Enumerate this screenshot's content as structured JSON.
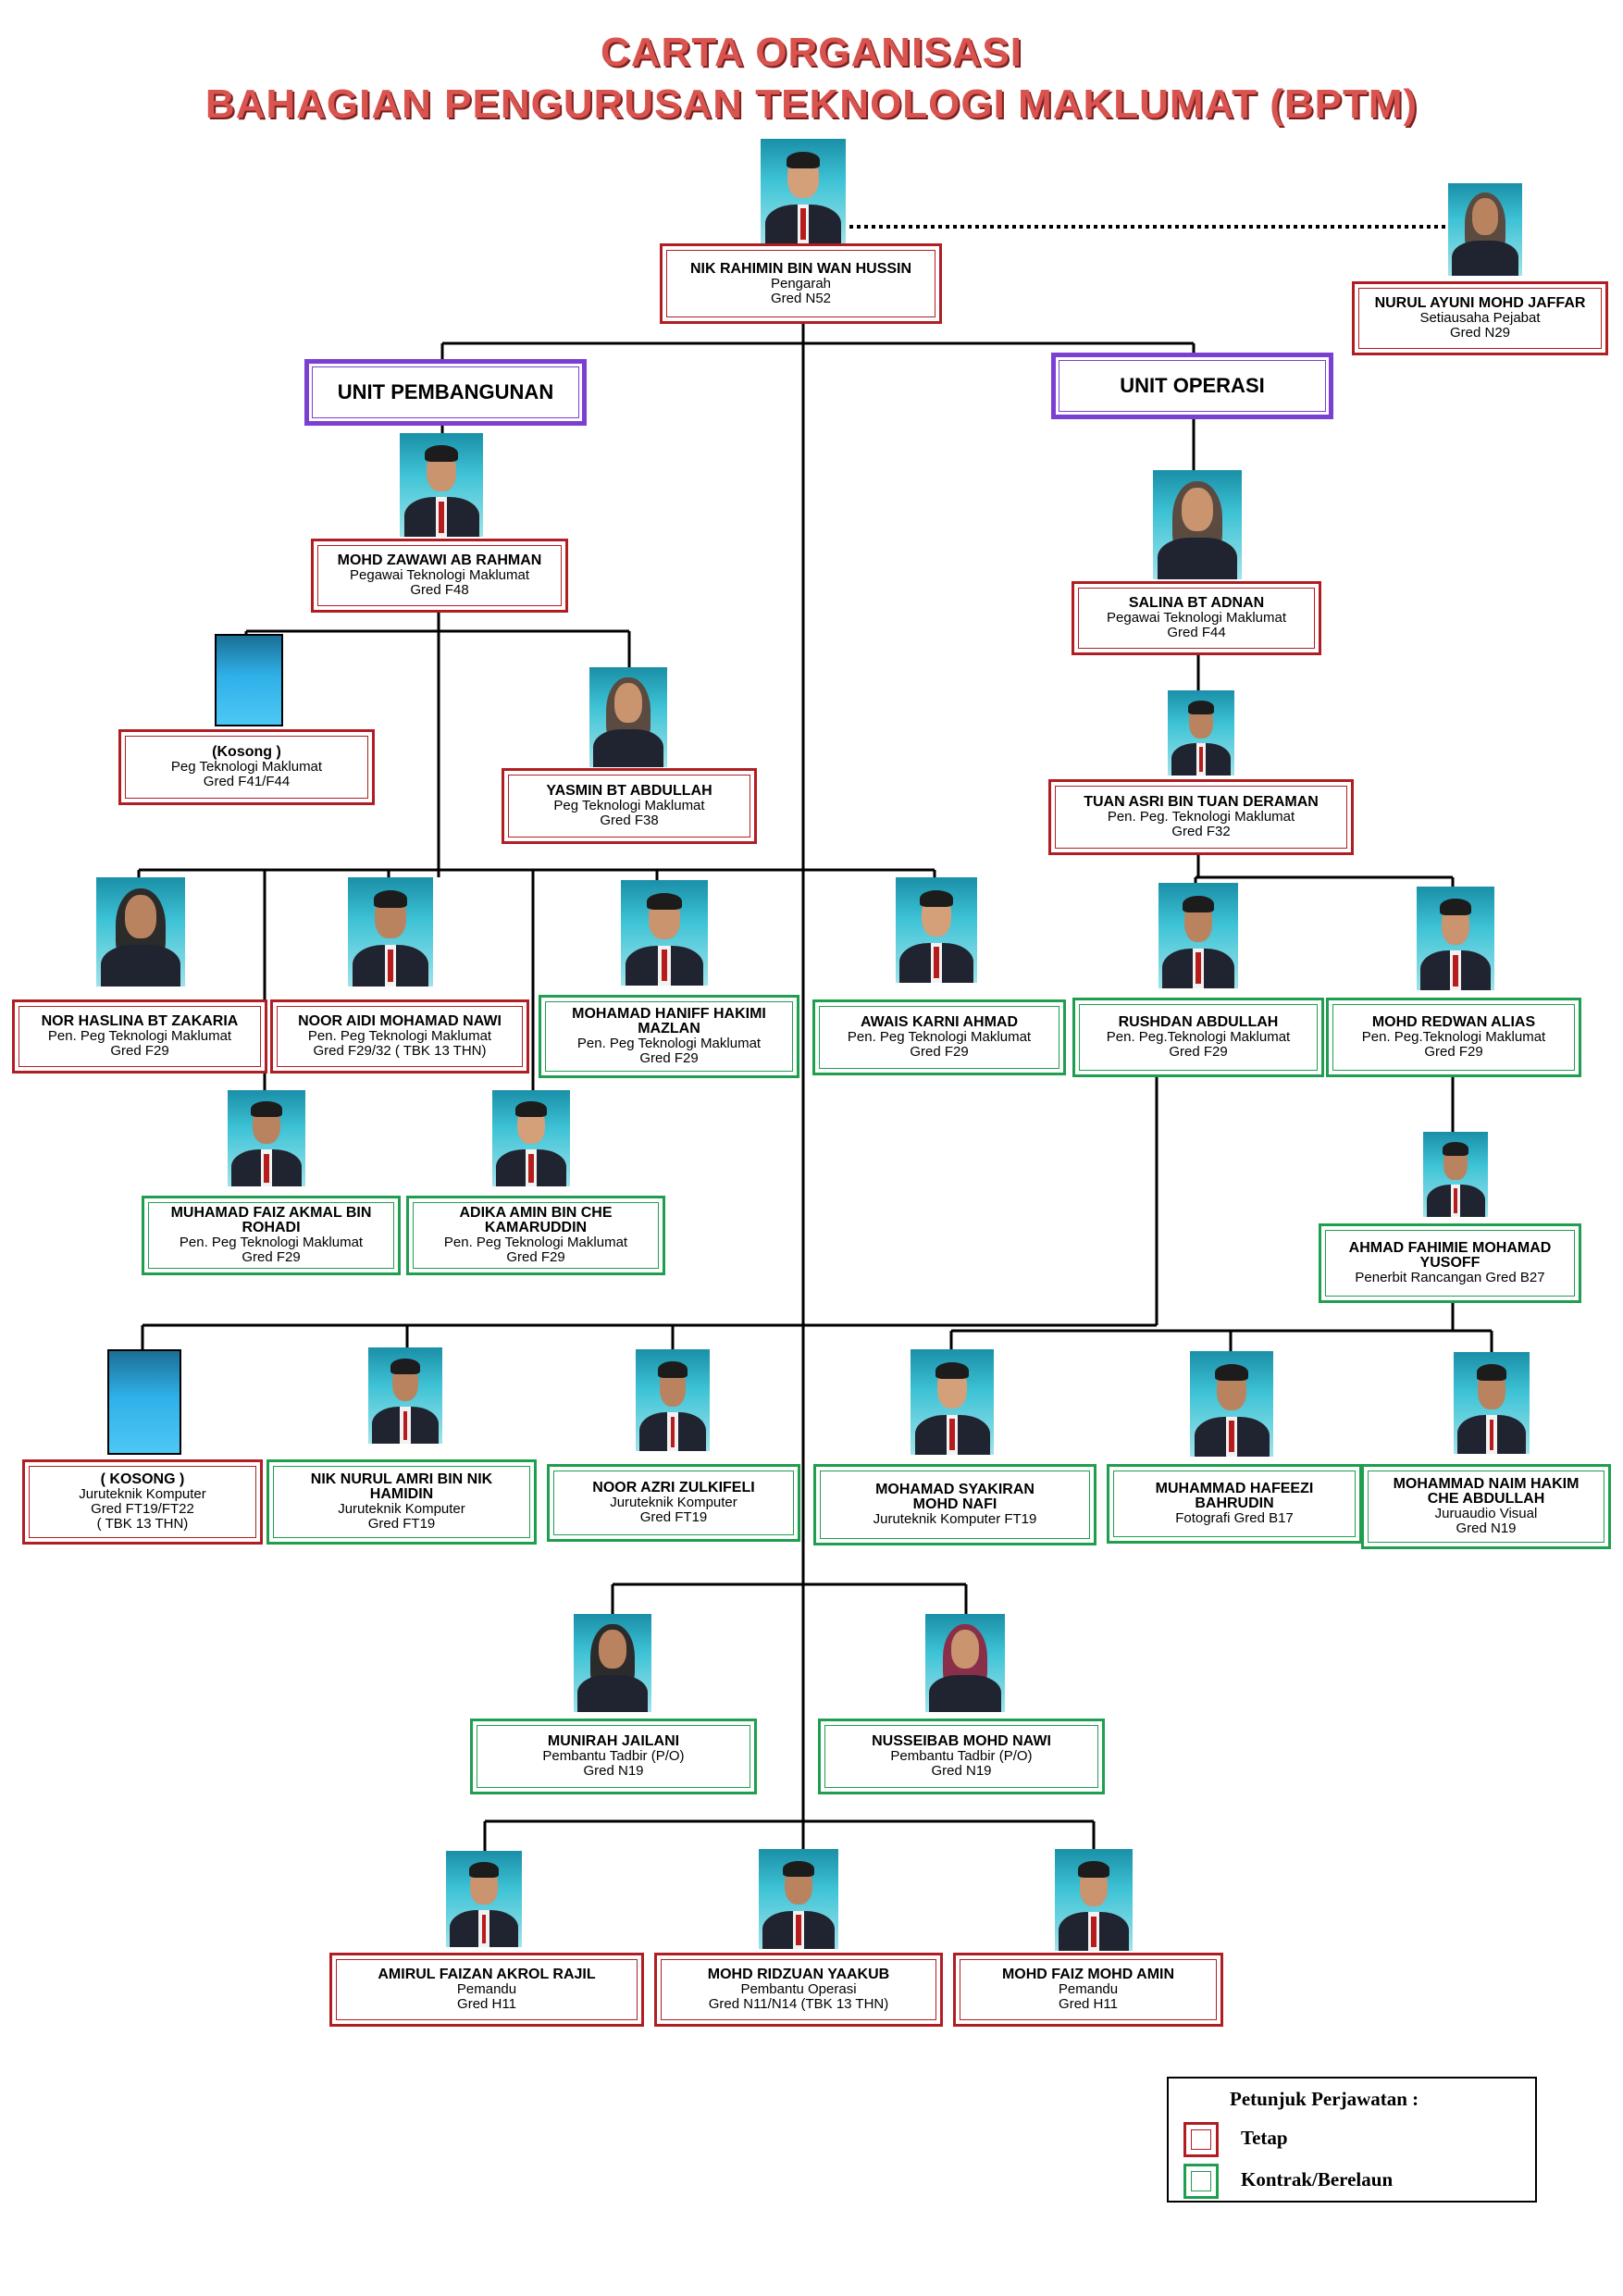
{
  "title": {
    "line1": "CARTA ORGANISASI",
    "line2": "BAHAGIAN PENGURUSAN TEKNOLOGI MAKLUMAT (BPTM)"
  },
  "units": {
    "pembangunan": "UNIT PEMBANGUNAN",
    "operasi": "UNIT OPERASI"
  },
  "legend": {
    "title": "Petunjuk  Perjawatan :",
    "tetap": "Tetap",
    "kontrak": "Kontrak/Berelaun"
  },
  "colors": {
    "tetap": "#b01e23",
    "kontrak": "#1f9e4f",
    "unit": "#7b3fd1",
    "title": "#d9534f"
  },
  "staff": [
    {
      "id": "pengarah",
      "status": "tetap",
      "photo": "male",
      "name": [
        "NIK RAHIMIN BIN WAN HUSSIN"
      ],
      "lines": [
        "Pengarah",
        "Gred N52"
      ]
    },
    {
      "id": "setiausaha",
      "status": "tetap",
      "photo": "female",
      "name": [
        "NURUL AYUNI MOHD JAFFAR"
      ],
      "lines": [
        "Setiausaha Pejabat",
        "Gred N29"
      ]
    },
    {
      "id": "zawawi",
      "status": "tetap",
      "photo": "male",
      "name": [
        "MOHD ZAWAWI AB RAHMAN"
      ],
      "lines": [
        "Pegawai Teknologi Maklumat",
        "Gred F48"
      ]
    },
    {
      "id": "salina",
      "status": "tetap",
      "photo": "female",
      "name": [
        "SALINA BT ADNAN"
      ],
      "lines": [
        "Pegawai Teknologi Maklumat",
        "Gred F44"
      ]
    },
    {
      "id": "kosong1",
      "status": "tetap",
      "photo": "vacant",
      "name": [
        "(Kosong )"
      ],
      "lines": [
        "Peg Teknologi  Maklumat",
        "Gred F41/F44"
      ]
    },
    {
      "id": "yasmin",
      "status": "tetap",
      "photo": "female",
      "name": [
        "YASMIN BT ABDULLAH"
      ],
      "lines": [
        "Peg Teknologi  Maklumat",
        "Gred F38"
      ]
    },
    {
      "id": "asri",
      "status": "tetap",
      "photo": "male",
      "name": [
        "TUAN ASRI BIN TUAN DERAMAN"
      ],
      "lines": [
        "Pen. Peg. Teknologi Maklumat",
        "Gred F32"
      ]
    },
    {
      "id": "haslina",
      "status": "tetap",
      "photo": "female",
      "name": [
        "NOR HASLINA BT ZAKARIA"
      ],
      "lines": [
        "Pen. Peg Teknologi Maklumat",
        "Gred F29"
      ]
    },
    {
      "id": "aidi",
      "status": "tetap",
      "photo": "male",
      "name": [
        "NOOR AIDI MOHAMAD NAWI"
      ],
      "lines": [
        "Pen. Peg Teknologi Maklumat",
        "Gred F29/32 ( TBK 13 THN)"
      ]
    },
    {
      "id": "haniff",
      "status": "kontrak",
      "photo": "male",
      "name": [
        "MOHAMAD HANIFF HAKIMI",
        "MAZLAN"
      ],
      "lines": [
        "Pen. Peg Teknologi Maklumat",
        "Gred F29"
      ]
    },
    {
      "id": "awais",
      "status": "kontrak",
      "photo": "male",
      "name": [
        "AWAIS KARNI AHMAD"
      ],
      "lines": [
        "Pen. Peg Teknologi Maklumat",
        "Gred F29"
      ]
    },
    {
      "id": "rushdan",
      "status": "kontrak",
      "photo": "male",
      "name": [
        "RUSHDAN  ABDULLAH"
      ],
      "lines": [
        "Pen. Peg.Teknologi Maklumat",
        "Gred F29"
      ]
    },
    {
      "id": "redwan",
      "status": "kontrak",
      "photo": "male",
      "name": [
        "MOHD REDWAN ALIAS"
      ],
      "lines": [
        "Pen. Peg.Teknologi Maklumat",
        "Gred F29"
      ]
    },
    {
      "id": "faiz_akmal",
      "status": "kontrak",
      "photo": "male",
      "name": [
        "MUHAMAD FAIZ AKMAL BIN",
        "ROHADI"
      ],
      "lines": [
        "Pen. Peg Teknologi Maklumat",
        "Gred F29"
      ]
    },
    {
      "id": "adika",
      "status": "kontrak",
      "photo": "male",
      "name": [
        "ADIKA AMIN BIN CHE",
        "KAMARUDDIN"
      ],
      "lines": [
        "Pen. Peg Teknologi Maklumat",
        "Gred F29"
      ]
    },
    {
      "id": "fahimie",
      "status": "kontrak",
      "photo": "male",
      "name": [
        "AHMAD FAHIMIE MOHAMAD",
        "YUSOFF"
      ],
      "lines": [
        "Penerbit Rancangan Gred B27"
      ]
    },
    {
      "id": "kosong2",
      "status": "tetap",
      "photo": "vacant",
      "name": [
        "( KOSONG )"
      ],
      "lines": [
        "Juruteknik Komputer",
        "Gred FT19/FT22",
        "( TBK 13 THN)"
      ]
    },
    {
      "id": "amri",
      "status": "kontrak",
      "photo": "male",
      "name": [
        "NIK NURUL AMRI BIN NIK",
        "HAMIDIN"
      ],
      "lines": [
        "Juruteknik Komputer",
        "Gred FT19"
      ]
    },
    {
      "id": "azri",
      "status": "kontrak",
      "photo": "male",
      "name": [
        "NOOR AZRI ZULKIFELI"
      ],
      "lines": [
        "Juruteknik Komputer",
        "Gred FT19"
      ]
    },
    {
      "id": "syakiran",
      "status": "kontrak",
      "photo": "male",
      "name": [
        "MOHAMAD SYAKIRAN",
        "MOHD NAFI"
      ],
      "lines": [
        "Juruteknik Komputer  FT19"
      ]
    },
    {
      "id": "hafeezi",
      "status": "kontrak",
      "photo": "male",
      "name": [
        "MUHAMMAD HAFEEZI",
        "BAHRUDIN"
      ],
      "lines": [
        "Fotografi  Gred B17"
      ]
    },
    {
      "id": "naim",
      "status": "kontrak",
      "photo": "male",
      "name": [
        "MOHAMMAD NAIM HAKIM",
        "CHE ABDULLAH"
      ],
      "lines": [
        "Juruaudio Visual",
        "Gred N19"
      ]
    },
    {
      "id": "munirah",
      "status": "kontrak",
      "photo": "female",
      "name": [
        "MUNIRAH JAILANI"
      ],
      "lines": [
        "Pembantu Tadbir (P/O)",
        "Gred N19"
      ]
    },
    {
      "id": "nusseibab",
      "status": "kontrak",
      "photo": "female",
      "name": [
        "NUSSEIBAB MOHD NAWI"
      ],
      "lines": [
        "Pembantu Tadbir (P/O)",
        "Gred N19"
      ]
    },
    {
      "id": "amirul",
      "status": "tetap",
      "photo": "male",
      "name": [
        "AMIRUL FAIZAN AKROL RAJIL"
      ],
      "lines": [
        "Pemandu",
        "Gred H11"
      ]
    },
    {
      "id": "ridzuan",
      "status": "tetap",
      "photo": "male",
      "name": [
        "MOHD RIDZUAN YAAKUB"
      ],
      "lines": [
        "Pembantu Operasi",
        "Gred N11/N14 (TBK 13 THN)"
      ]
    },
    {
      "id": "faiz_amin",
      "status": "tetap",
      "photo": "male",
      "name": [
        "MOHD FAIZ MOHD AMIN"
      ],
      "lines": [
        "Pemandu",
        "Gred H11"
      ]
    }
  ]
}
